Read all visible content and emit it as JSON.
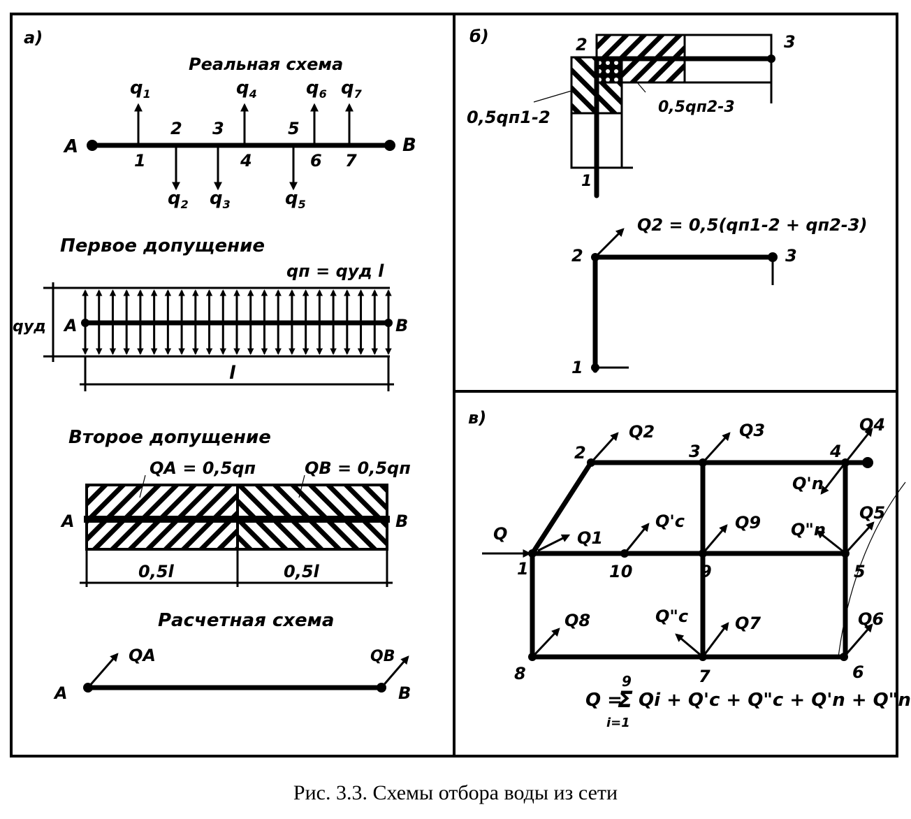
{
  "caption": "Рис. 3.3. Схемы отбора воды из сети",
  "panel_a": {
    "label": "а)",
    "real_scheme": {
      "title": "Реальная схема",
      "end_left": "A",
      "end_right": "B",
      "points": [
        {
          "num": "1",
          "q": "q",
          "sub": "1",
          "dir": "up"
        },
        {
          "num": "2",
          "q": "q",
          "sub": "2",
          "dir": "down"
        },
        {
          "num": "3",
          "q": "q",
          "sub": "3",
          "dir": "down"
        },
        {
          "num": "4",
          "q": "q",
          "sub": "4",
          "dir": "up"
        },
        {
          "num": "5",
          "q": "q",
          "sub": "5",
          "dir": "down"
        },
        {
          "num": "6",
          "q": "q",
          "sub": "6",
          "dir": "up"
        },
        {
          "num": "7",
          "q": "q",
          "sub": "7",
          "dir": "up"
        }
      ]
    },
    "first_assumption": {
      "title": "Первое допущение",
      "formula": "qп = qуд l",
      "side_label": "qуд",
      "length_label": "l",
      "end_left": "A",
      "end_right": "B"
    },
    "second_assumption": {
      "title": "Второе допущение",
      "qa_label": "QA = 0,5qп",
      "qb_label": "QB = 0,5qп",
      "half_left": "0,5l",
      "half_right": "0,5l",
      "end_left": "A",
      "end_right": "B"
    },
    "calc_scheme": {
      "title": "Расчетная схема",
      "qa": "QA",
      "qb": "QB",
      "end_left": "A",
      "end_right": "B"
    }
  },
  "panel_b": {
    "label": "б)",
    "top": {
      "node1": "1",
      "node2": "2",
      "node3": "3",
      "label_12": "0,5qп1-2",
      "label_23": "0,5qп2-3"
    },
    "bottom": {
      "node1": "1",
      "node2": "2",
      "node3": "3",
      "formula": "Q2 = 0,5(qп1-2 + qп2-3)"
    }
  },
  "panel_v": {
    "label": "в)",
    "inflow": "Q",
    "nodes": [
      "1",
      "2",
      "3",
      "4",
      "5",
      "6",
      "7",
      "8",
      "9",
      "10"
    ],
    "flows": {
      "q1": "Q1",
      "q2": "Q2",
      "q3": "Q3",
      "q4": "Q4",
      "q5": "Q5",
      "q6": "Q6",
      "q7": "Q7",
      "q8": "Q8",
      "q9": "Q9",
      "qc1": "Q'c",
      "qc2": "Q\"c",
      "qn1": "Q'n",
      "qn2": "Q\"n"
    },
    "balance": {
      "lhs": "Q =",
      "sum_top": "9",
      "sum_bottom": "i=1",
      "rhs": "Qi + Q'c + Q\"c + Q'n + Q\"n"
    }
  }
}
